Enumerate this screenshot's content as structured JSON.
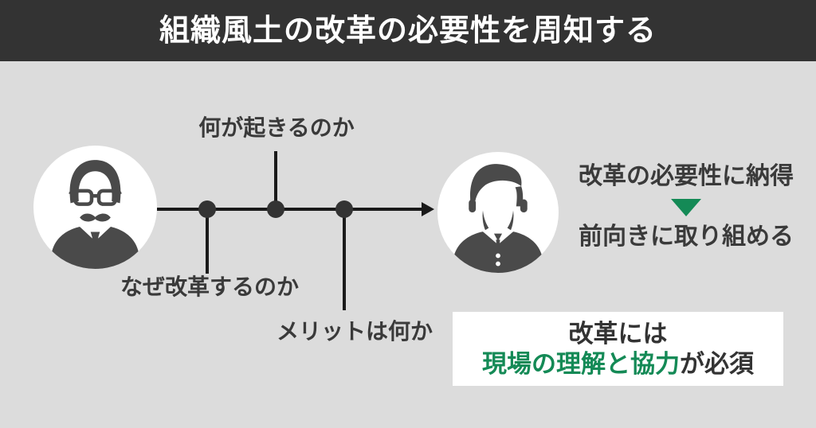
{
  "header": {
    "title": "組織風土の改革の必要性を周知する"
  },
  "colors": {
    "header_bg": "#333333",
    "body_bg": "#dcdcdc",
    "text_dark": "#3a3a3a",
    "line_black": "#1a1a1a",
    "accent_green": "#148a56",
    "box_bg": "#ffffff",
    "avatar_bg": "#ffffff",
    "icon_gray": "#4a4a4a"
  },
  "diagram": {
    "manager_avatar_icon": "manager-with-glasses-icon",
    "employee_avatar_icon": "employee-icon",
    "flow_icon": "right-arrow-with-three-dots",
    "questions": {
      "top": "何が起きるのか",
      "bottom_left": "なぜ改革するのか",
      "bottom_right": "メリットは何か"
    }
  },
  "outcome": {
    "line1": "改革の必要性に納得",
    "arrow_icon": "down-triangle-icon",
    "line2": "前向きに取り組める"
  },
  "conclusion": {
    "line1": "改革には",
    "highlight": "現場の理解と協力",
    "suffix": "が必須"
  }
}
